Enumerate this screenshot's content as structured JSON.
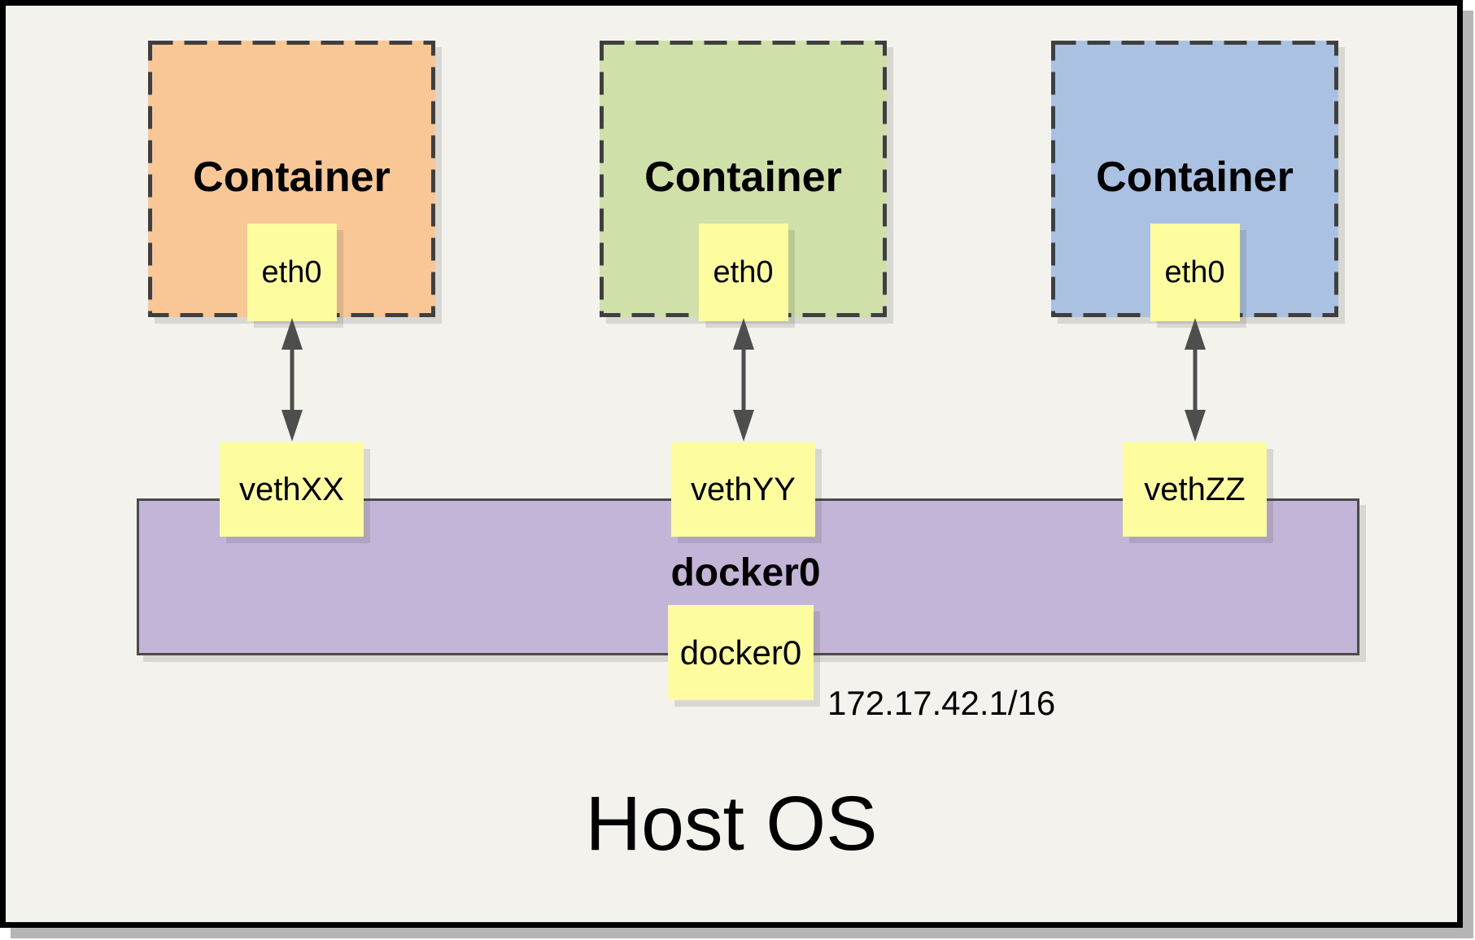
{
  "diagram": {
    "containers": [
      {
        "label": "Container",
        "interface": "eth0",
        "veth": "vethXX",
        "fill": "#f9c795"
      },
      {
        "label": "Container",
        "interface": "eth0",
        "veth": "vethYY",
        "fill": "#cfe0a8"
      },
      {
        "label": "Container",
        "interface": "eth0",
        "veth": "vethZZ",
        "fill": "#abc1e1"
      }
    ],
    "bridge": {
      "label": "docker0",
      "interface": "docker0",
      "ip": "172.17.42.1/16",
      "fill": "#c3b5d8"
    },
    "host": {
      "label": "Host OS"
    },
    "colors": {
      "background": "#f4f2ec",
      "note_yellow": "#fdfc9f",
      "dashed_border": "#3f3f3f",
      "arrow": "#4e4e4e",
      "outer_border": "#000000",
      "outer_shadow": "#b5b5b5"
    }
  }
}
